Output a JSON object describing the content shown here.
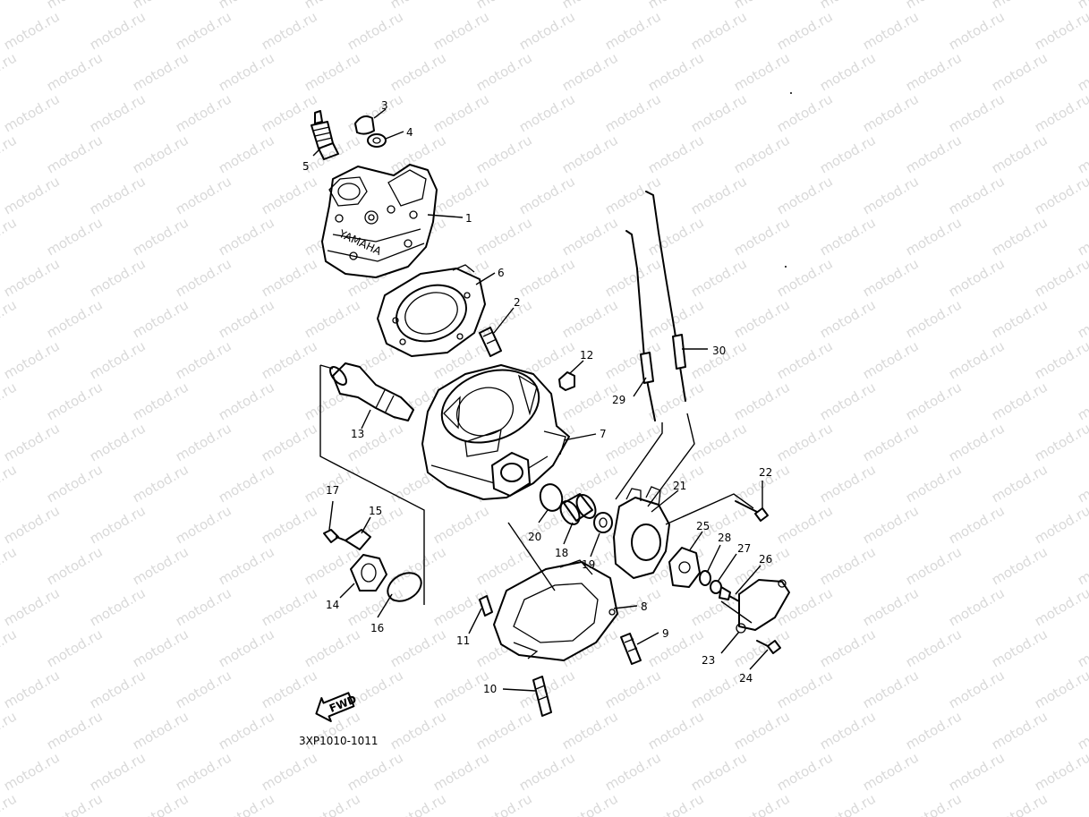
{
  "watermark": {
    "text": "motod.ru",
    "color": "#d9d9d9"
  },
  "diagram_code": "3XP1010-1011",
  "fwd_arrow_label": "FWD",
  "cylinder_head_marking": "YAMAHA",
  "colors": {
    "line": "#000000",
    "background": "#ffffff"
  },
  "callouts": [
    {
      "id": "1",
      "text": "1"
    },
    {
      "id": "2",
      "text": "2"
    },
    {
      "id": "3",
      "text": "3"
    },
    {
      "id": "4",
      "text": "4"
    },
    {
      "id": "5",
      "text": "5"
    },
    {
      "id": "6",
      "text": "6"
    },
    {
      "id": "7",
      "text": "7"
    },
    {
      "id": "8",
      "text": "8"
    },
    {
      "id": "9",
      "text": "9"
    },
    {
      "id": "10",
      "text": "10"
    },
    {
      "id": "11",
      "text": "11"
    },
    {
      "id": "12",
      "text": "12"
    },
    {
      "id": "13",
      "text": "13"
    },
    {
      "id": "14",
      "text": "14"
    },
    {
      "id": "15",
      "text": "15"
    },
    {
      "id": "16",
      "text": "16"
    },
    {
      "id": "17",
      "text": "17"
    },
    {
      "id": "18",
      "text": "18"
    },
    {
      "id": "19",
      "text": "19"
    },
    {
      "id": "20",
      "text": "20"
    },
    {
      "id": "21",
      "text": "21"
    },
    {
      "id": "22",
      "text": "22"
    },
    {
      "id": "23",
      "text": "23"
    },
    {
      "id": "24",
      "text": "24"
    },
    {
      "id": "25",
      "text": "25"
    },
    {
      "id": "26",
      "text": "26"
    },
    {
      "id": "27",
      "text": "27"
    },
    {
      "id": "28",
      "text": "28"
    },
    {
      "id": "29",
      "text": "29"
    },
    {
      "id": "30",
      "text": "30"
    }
  ]
}
